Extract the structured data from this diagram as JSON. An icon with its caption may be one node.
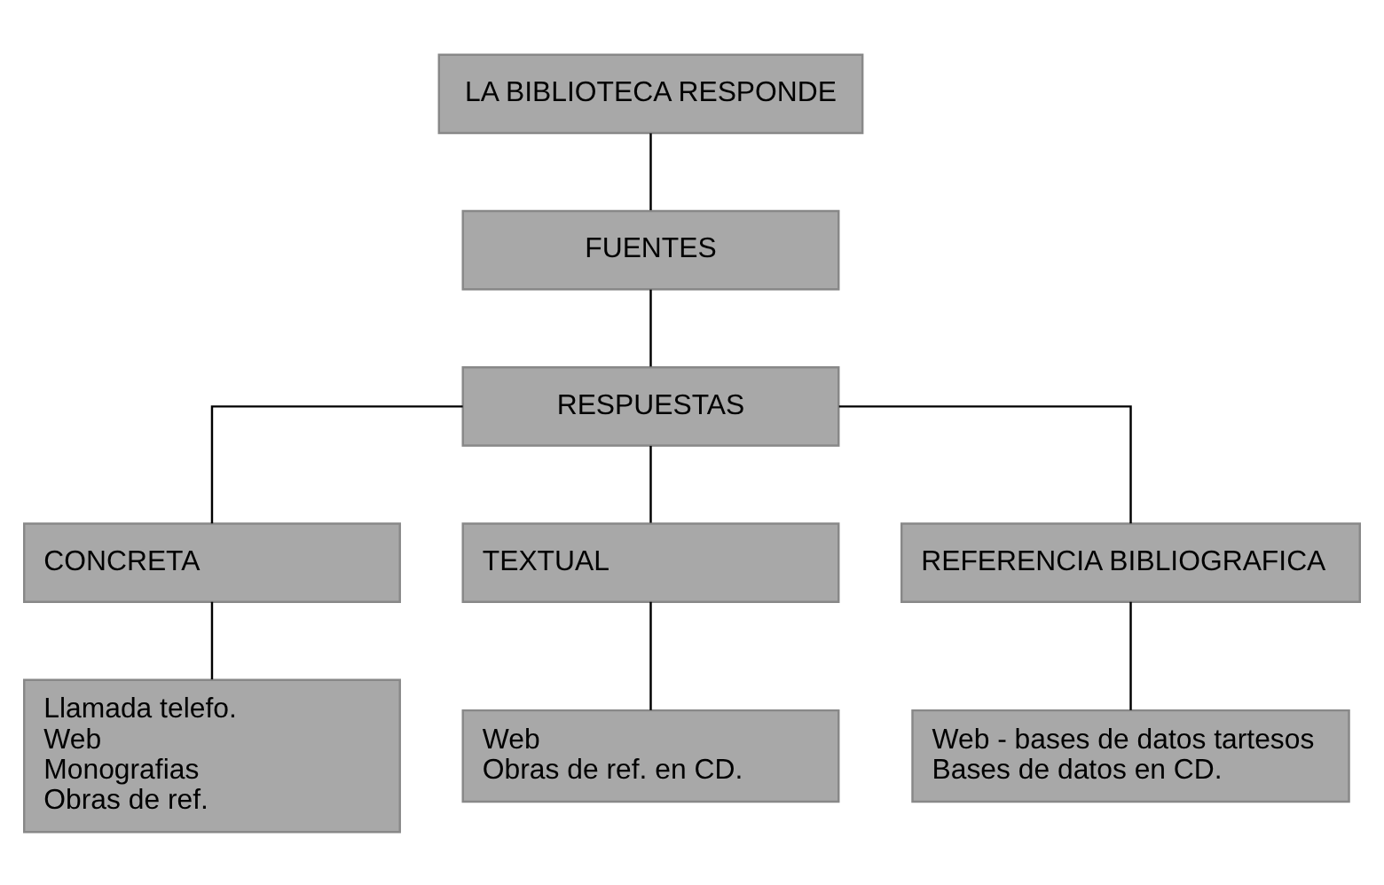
{
  "diagram": {
    "nodes": [
      {
        "text": [
          "LA BIBLIOTECA RESPONDE"
        ]
      },
      {
        "text": [
          "FUENTES"
        ]
      },
      {
        "text": [
          "RESPUESTAS"
        ]
      },
      {
        "text": [
          "CONCRETA"
        ]
      },
      {
        "text": [
          "TEXTUAL"
        ]
      },
      {
        "text": [
          "REFERENCIA BIBLIOGRAFICA"
        ]
      },
      {
        "text": [
          "Llamada telefo.",
          "Web",
          "Monografias",
          "Obras de ref."
        ]
      },
      {
        "text": [
          "Web",
          "Obras de ref. en CD."
        ]
      },
      {
        "text": [
          "Web - bases de datos tartesos",
          "Bases de datos en CD."
        ]
      }
    ],
    "edges": [
      {
        "from": 0,
        "to": 1,
        "arrow": "none"
      },
      {
        "from": 1,
        "to": 2,
        "arrow": "none"
      },
      {
        "from": 2,
        "to": 3,
        "arrow": "none"
      },
      {
        "from": 2,
        "to": 4,
        "arrow": "none"
      },
      {
        "from": 2,
        "to": 5,
        "arrow": "none"
      },
      {
        "from": 3,
        "to": 6,
        "arrow": "none"
      },
      {
        "from": 4,
        "to": 7,
        "arrow": "none"
      },
      {
        "from": 5,
        "to": 8,
        "arrow": "none"
      }
    ]
  }
}
